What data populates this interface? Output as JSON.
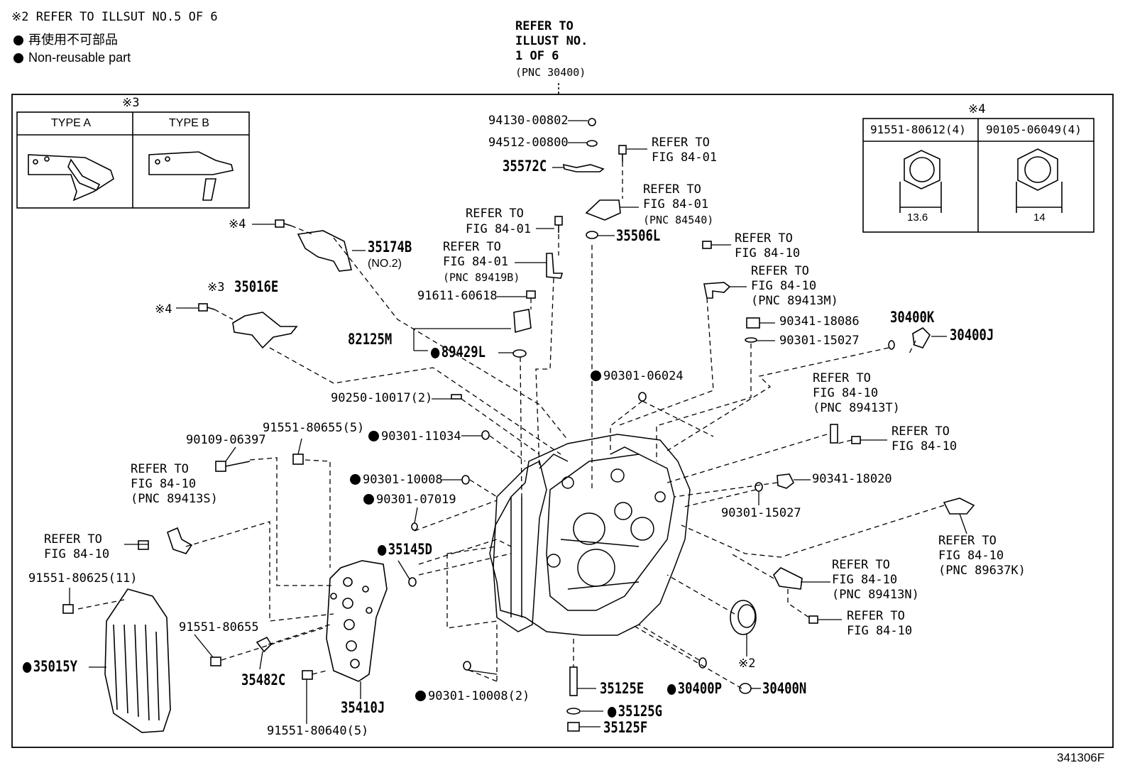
{
  "header": {
    "note_ref": "※2 REFER TO ILLSUT NO.5 OF 6",
    "legend_jp": "再使用不可部品",
    "legend_en": "Non-reusable part",
    "top_ref": [
      "REFER TO",
      "ILLUST NO.",
      "1 OF 6",
      "(PNC 30400)"
    ]
  },
  "type_box": {
    "mark": "※3",
    "type_a": "TYPE A",
    "type_b": "TYPE B"
  },
  "bolt_box": {
    "mark": "※4",
    "col1": "91551-80612(4)",
    "col2": "90105-06049(4)",
    "dim1": "13.6",
    "dim2": "14"
  },
  "labels": {
    "p94130": "94130-00802",
    "p94512": "94512-00800",
    "p35572c": "35572C",
    "ref_top_bolt": [
      "REFER TO",
      "FIG 84-01"
    ],
    "ref_sensor_top": [
      "REFER TO",
      "FIG 84-01",
      "(PNC 84540)"
    ],
    "p35506l": "35506L",
    "ref_speed_bolt": [
      "REFER TO",
      "FIG 84-01"
    ],
    "ref_speed_sensor": [
      "REFER TO",
      "FIG 84-01",
      "(PNC 89419B)"
    ],
    "p91611": "91611-60618",
    "p82125m": "82125M",
    "p89429l": "89429L",
    "p35174b": "35174B",
    "p35174b_sub": "(NO.2)",
    "mark4_a": "※4",
    "p35016e": "35016E",
    "mark3_b": "※3",
    "mark4_b": "※4",
    "ref_right_bolt": [
      "REFER TO",
      "FIG 84-10"
    ],
    "ref_89413m": [
      "REFER TO",
      "FIG 84-10",
      "(PNC 89413M)"
    ],
    "p90341_18086": "90341-18086",
    "p90301_15027a": "90301-15027",
    "p30400k": "30400K",
    "p30400j": "30400J",
    "p90301_06024": "90301-06024",
    "p90250": "90250-10017(2)",
    "ref_89413t": [
      "REFER TO",
      "FIG 84-10",
      "(PNC 89413T)"
    ],
    "ref_right_bolt2": [
      "REFER TO",
      "FIG 84-10"
    ],
    "p90301_11034": "90301-11034",
    "p91551_80655_5": "91551-80655(5)",
    "p90109": "90109-06397",
    "ref_89413s": [
      "REFER TO",
      "FIG 84-10",
      "(PNC 89413S)"
    ],
    "p90301_10008": "90301-10008",
    "p90301_07019": "90301-07019",
    "p90341_18020": "90341-18020",
    "p90301_15027b": "90301-15027",
    "ref_left_bolt": [
      "REFER TO",
      "FIG 84-10"
    ],
    "ref_89637k": [
      "REFER TO",
      "FIG 84-10",
      "(PNC 89637K)"
    ],
    "p35145d": "35145D",
    "ref_89413n": [
      "REFER TO",
      "FIG 84-10",
      "(PNC 89413N)"
    ],
    "p91551_80625": "91551-80625(11)",
    "ref_bottom_bolt": [
      "REFER TO",
      "FIG 84-10"
    ],
    "p91551_80655": "91551-80655",
    "p35015y": "35015Y",
    "mark2": "※2",
    "p35482c": "35482C",
    "p35410j": "35410J",
    "p90301_10008_2": "90301-10008(2)",
    "p35125e": "35125E",
    "p30400p": "30400P",
    "p30400n": "30400N",
    "p35125g": "35125G",
    "p35125f": "35125F",
    "p91551_80640": "91551-80640(5)"
  },
  "footer": {
    "illust_no": "341306F"
  }
}
